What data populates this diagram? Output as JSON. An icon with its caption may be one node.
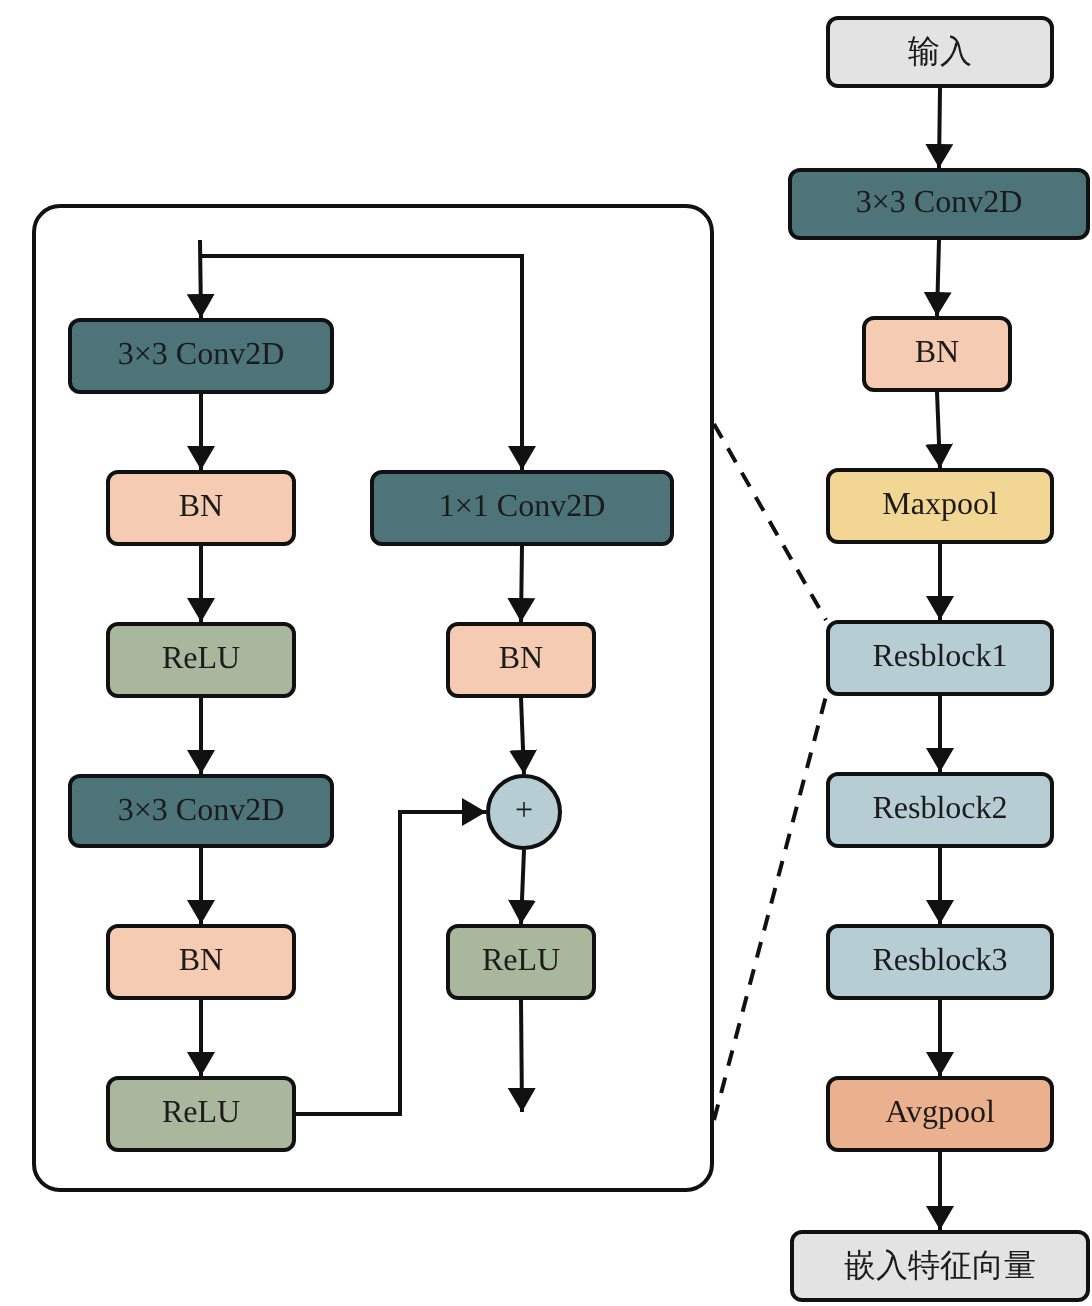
{
  "diagram": {
    "nodes": [
      {
        "text": [
          "输入"
        ]
      },
      {
        "text": [
          "3×3 Conv2D"
        ]
      },
      {
        "text": [
          "BN"
        ]
      },
      {
        "text": [
          "Maxpool"
        ]
      },
      {
        "text": [
          "Resblock1"
        ]
      },
      {
        "text": [
          "Resblock2"
        ]
      },
      {
        "text": [
          "Resblock3"
        ]
      },
      {
        "text": [
          "Avgpool"
        ]
      },
      {
        "text": [
          "嵌入特征向量"
        ]
      },
      {
        "text": [],
        "shape": "box"
      },
      {
        "text": [
          "3×3 Conv2D"
        ],
        "in": 9
      },
      {
        "text": [
          "BN"
        ],
        "in": 9
      },
      {
        "text": [
          "ReLU"
        ],
        "in": 9
      },
      {
        "text": [
          "3×3 Conv2D"
        ],
        "in": 9
      },
      {
        "text": [
          "BN"
        ],
        "in": 9
      },
      {
        "text": [
          "ReLU"
        ],
        "in": 9
      },
      {
        "text": [
          "1×1 Conv2D"
        ],
        "in": 9
      },
      {
        "text": [
          "BN"
        ],
        "in": 9
      },
      {
        "text": [
          "+"
        ],
        "in": 9
      },
      {
        "text": [
          "ReLU"
        ],
        "in": 9
      }
    ],
    "edges": [
      {
        "from": 0,
        "to": 1,
        "arrow": "to"
      },
      {
        "from": 1,
        "to": 2,
        "arrow": "to"
      },
      {
        "from": 2,
        "to": 3,
        "arrow": "to"
      },
      {
        "from": 3,
        "to": 4,
        "arrow": "to"
      },
      {
        "from": 4,
        "to": 5,
        "arrow": "to"
      },
      {
        "from": 5,
        "to": 6,
        "arrow": "to"
      },
      {
        "from": 6,
        "to": 7,
        "arrow": "to"
      },
      {
        "from": 7,
        "to": 8,
        "arrow": "to"
      },
      {
        "from": 9,
        "to": 4,
        "arrow": "none",
        "style": "dashed"
      },
      {
        "from": 9,
        "to": 4,
        "arrow": "none",
        "style": "dashed"
      },
      {
        "from": null,
        "to": 10,
        "arrow": "to"
      },
      {
        "from": null,
        "to": 16,
        "arrow": "to"
      },
      {
        "from": 10,
        "to": 11,
        "arrow": "to"
      },
      {
        "from": 11,
        "to": 12,
        "arrow": "to"
      },
      {
        "from": 12,
        "to": 13,
        "arrow": "to"
      },
      {
        "from": 13,
        "to": 14,
        "arrow": "to"
      },
      {
        "from": 14,
        "to": 15,
        "arrow": "to"
      },
      {
        "from": 15,
        "to": 18,
        "arrow": "to"
      },
      {
        "from": 16,
        "to": 17,
        "arrow": "to"
      },
      {
        "from": 17,
        "to": 18,
        "arrow": "to"
      },
      {
        "from": 18,
        "to": 19,
        "arrow": "to"
      },
      {
        "from": 19,
        "to": null,
        "arrow": "to"
      }
    ]
  }
}
